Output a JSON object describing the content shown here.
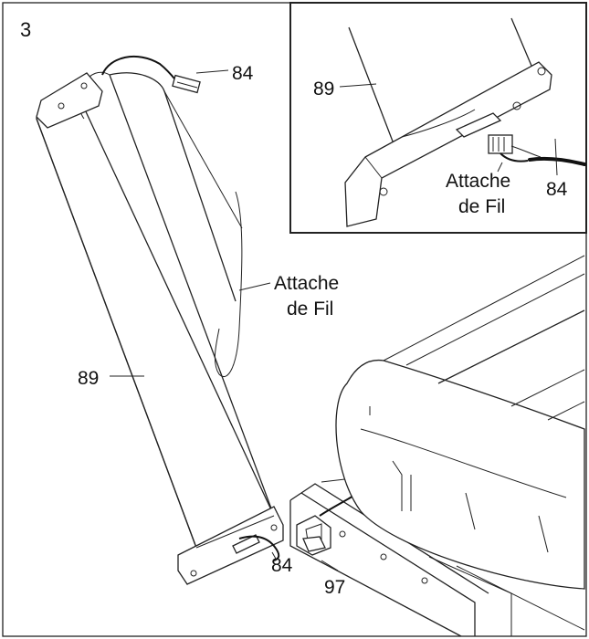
{
  "step_number": "3",
  "labels": {
    "cable_top": "84",
    "upright_main": "89",
    "wire_tie_main_line1": "Attache",
    "wire_tie_main_line2": "de Fil",
    "cable_bottom": "84",
    "base_frame": "97",
    "inset_upright": "89",
    "inset_wire_tie_line1": "Attache",
    "inset_wire_tie_line2": "de Fil",
    "inset_cable": "84"
  }
}
